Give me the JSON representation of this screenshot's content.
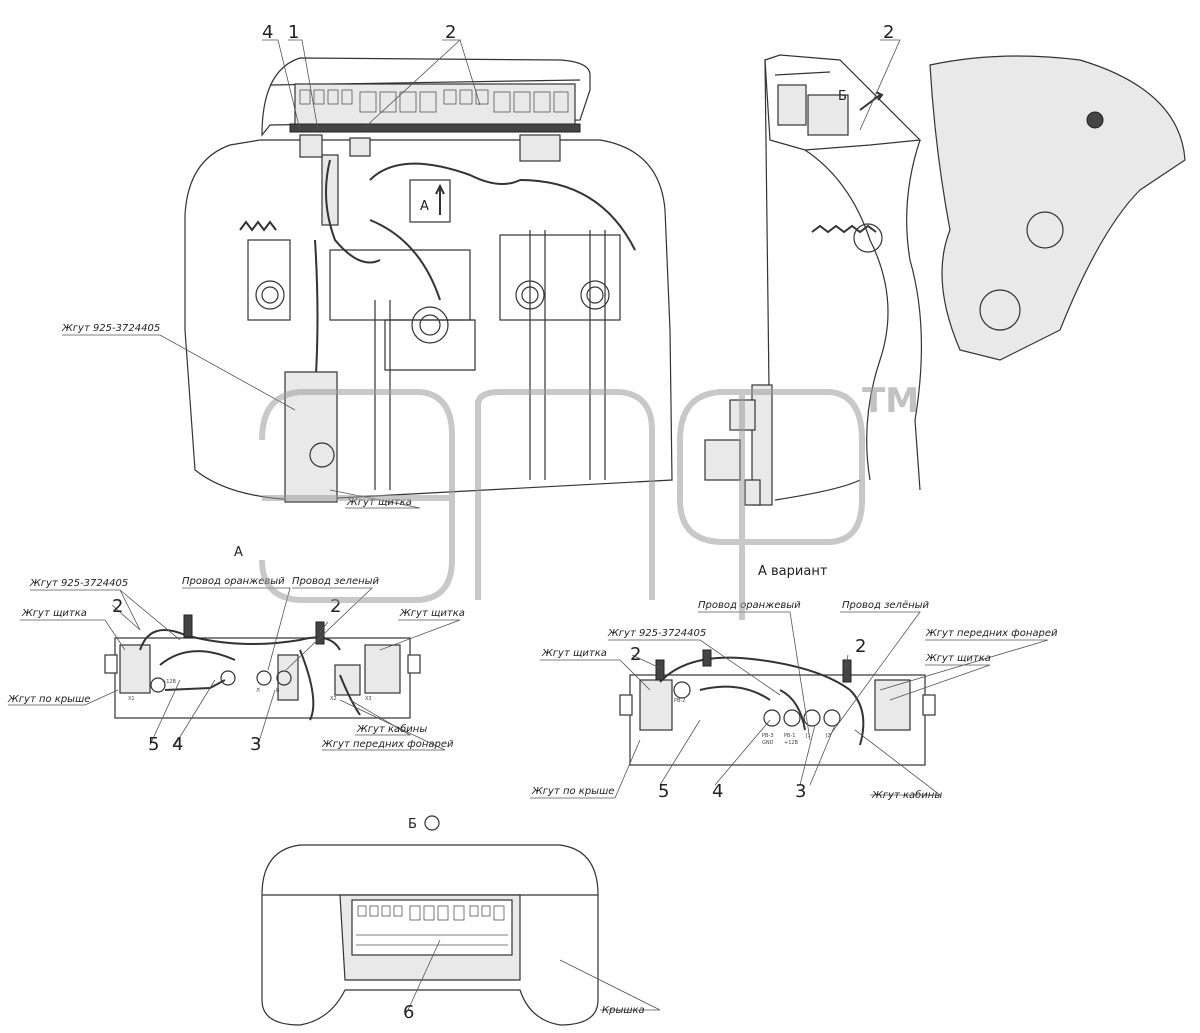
{
  "callouts": {
    "n1": "1",
    "n2": "2",
    "n3": "3",
    "n4": "4",
    "n5": "5",
    "n6": "6"
  },
  "views": {
    "A_mark": "A",
    "A_label": "A",
    "A_variant": "А вариант",
    "B_label": "Б",
    "B_mark": "Б"
  },
  "labels": {
    "harness_925": "Жгут 925-3724405",
    "harness_panel": "Жгут щитка",
    "wire_orange": "Провод оранжевый",
    "wire_green": "Провод зеленый",
    "wire_green_variant": "Провод зелёный",
    "harness_roof": "Жгут по крыше",
    "harness_cabin": "Жгут кабины",
    "harness_front_lamps": "Жгут передних фонарей",
    "cover": "Крышка"
  },
  "watermark": {
    "logo_text": "эпф",
    "tm": "TM"
  },
  "small_marks": {
    "plus12": "+12В",
    "gnd": "GND",
    "l": "Л",
    "b": "В",
    "x1": "X1",
    "x2": "X2",
    "x3": "X3",
    "pb1": "PB-1",
    "pb2": "PB-2",
    "pb3": "PB-3",
    "j1": "J1",
    "j2": "J2"
  }
}
